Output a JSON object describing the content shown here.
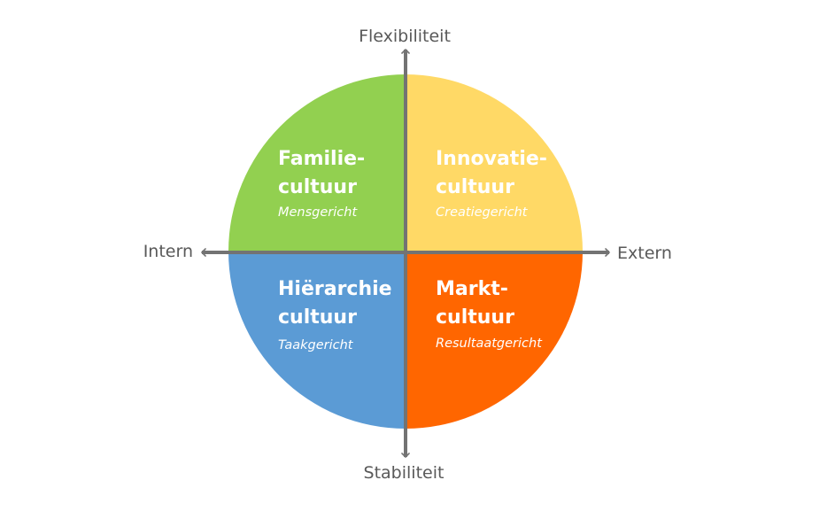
{
  "axes": {
    "top": "Flexibiliteit",
    "bottom": "Stabiliteit",
    "left": "Intern",
    "right": "Extern",
    "color": "#737373"
  },
  "quadrants": {
    "top_left": {
      "title_line1": "Familie-",
      "title_line2": "cultuur",
      "subtitle": "Mensgericht",
      "color": "#92D050"
    },
    "top_right": {
      "title_line1": "Innovatie-",
      "title_line2": "cultuur",
      "subtitle": "Creatiegericht",
      "color": "#FFD966"
    },
    "bottom_left": {
      "title_line1": "Hiërarchie",
      "title_line2": "cultuur",
      "subtitle": "Taakgericht",
      "color": "#5B9BD5"
    },
    "bottom_right": {
      "title_line1": "Markt-",
      "title_line2": "cultuur",
      "subtitle": "Resultaatgericht",
      "color": "#FF6600"
    }
  }
}
